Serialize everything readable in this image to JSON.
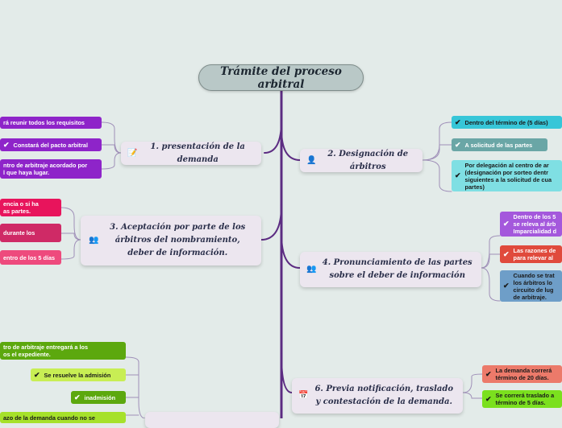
{
  "root": {
    "title": "Trámite del proceso arbitral"
  },
  "branches": {
    "presentacion": {
      "icon": "note-icon",
      "glyph": "📝",
      "label": "1. presentación de la demanda"
    },
    "designacion": {
      "icon": "person-icon",
      "glyph": "👤",
      "label": "2. Designación de árbitros"
    },
    "aceptacion": {
      "icon": "people-icon",
      "glyph": "👥",
      "label": "3. Aceptación por parte de los árbitros  del nombramiento, deber de información."
    },
    "pronunciamiento": {
      "icon": "people-icon",
      "glyph": "👥",
      "label": "4. Pronunciamiento de las partes sobre el deber de información"
    },
    "previa": {
      "icon": "calendar-icon",
      "glyph": "📅",
      "label": "6. Previa notificación, traslado y contestación de la demanda."
    }
  },
  "leaves": {
    "presentacion": [
      {
        "text": "rá reunir todos los requisitos",
        "color": "#8e24c9",
        "check": false
      },
      {
        "text": "Constará del pacto arbitral",
        "color": "#8e24c9",
        "check": true
      },
      {
        "text": "ntro de arbitraje acordado por\nl que haya lugar.",
        "color": "#8e24c9",
        "check": false
      }
    ],
    "designacion": [
      {
        "text": "Dentro del término de (5 días)",
        "color": "#37c6d8",
        "check": true
      },
      {
        "text": "A solicitud de las partes",
        "color": "#6aa6a6",
        "check": true
      },
      {
        "text": "Por delegación al centro de ar\n(designación por sorteo dentr\nsiguientes a la solicitud de cua\npartes)",
        "color": "#7fdfe3",
        "check": true
      }
    ],
    "aceptacion": [
      {
        "text": "encia o si ha\nas partes.",
        "color": "#e8145c",
        "check": false
      },
      {
        "text": "durante los",
        "color": "#cf2a66",
        "check": false
      },
      {
        "text": "entro de los 5 días",
        "color": "#ee4a7d",
        "check": false
      }
    ],
    "pronunciamiento": [
      {
        "text": "Dentro de los 5\nse releva al árb\nImparcialidad d",
        "color": "#a458dc",
        "check": true
      },
      {
        "text": "Las razones de\npara relevar al",
        "color": "#e04a3c",
        "check": true
      },
      {
        "text": "Cuando se trat\nlos árbitros lo\ncircuito de lug\nde arbitraje.",
        "color": "#6e9ec8",
        "check": true
      }
    ],
    "previa": [
      {
        "text": "La demanda correrá\ntérmino de 20 días.",
        "color": "#ec7a6a",
        "check": true
      },
      {
        "text": "Se correrá traslado a\ntérmino de 5 días.",
        "color": "#7be01e",
        "check": true
      }
    ],
    "lower": [
      {
        "text": "tro de arbitraje entregará a los\nos el expediente.",
        "color": "#5ca80e",
        "check": false
      },
      {
        "text": "Se resuelve la admisión",
        "color": "#c8ee54",
        "check": true
      },
      {
        "text": "inadmisión",
        "color": "#5ca80e",
        "check": true
      },
      {
        "text": "azo de la demanda cuando no se",
        "color": "#a6e12a",
        "check": false
      }
    ]
  },
  "colors": {
    "trunk": "#5c2c82",
    "connector": "#9f8fb8",
    "background": "#e3ebe9"
  }
}
